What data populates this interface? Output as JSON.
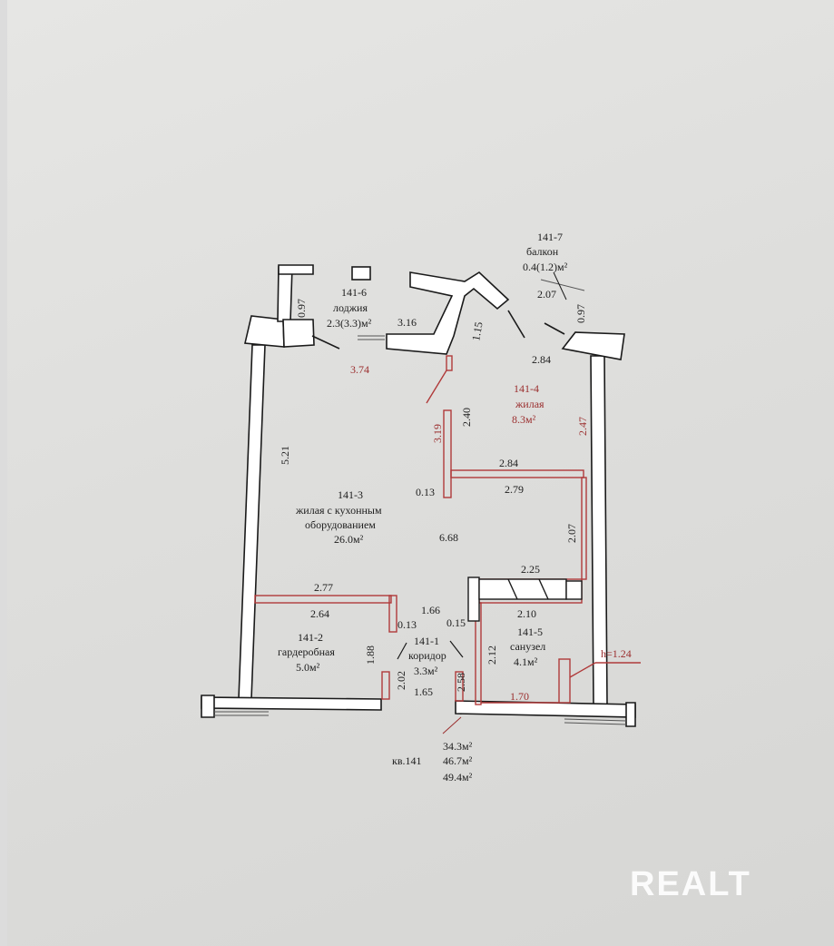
{
  "apartment": {
    "label": "кв.141",
    "areas": [
      "34.3м²",
      "46.7м²",
      "49.4м²"
    ]
  },
  "rooms": {
    "r1": {
      "id": "141-1",
      "name": "коридор",
      "area": "3.3м²"
    },
    "r2": {
      "id": "141-2",
      "name": "гардеробная",
      "area": "5.0м²"
    },
    "r3": {
      "id": "141-3",
      "name1": "жилая с кухонным",
      "name2": "оборудованием",
      "area": "26.0м²"
    },
    "r4": {
      "id": "141-4",
      "name": "жилая",
      "area": "8.3м²"
    },
    "r5": {
      "id": "141-5",
      "name": "санузел",
      "area": "4.1м²"
    },
    "r6": {
      "id": "141-6",
      "name": "лоджия",
      "area": "2.3(3.3)м²"
    },
    "r7": {
      "id": "141-7",
      "name": "балкон",
      "area": "0.4(1.2)м²"
    }
  },
  "dims": {
    "d0_97_left": "0.97",
    "d3_16": "3.16",
    "d1_15": "1.15",
    "d2_07_top": "2.07",
    "d0_97_right": "0.97",
    "d3_74": "3.74",
    "d2_84_top": "2.84",
    "d5_21": "5.21",
    "d2_40": "2.40",
    "d3_19": "3.19",
    "d2_47": "2.47",
    "d2_84_mid": "2.84",
    "d0_13_mid": "0.13",
    "d2_79": "2.79",
    "d2_07_right": "2.07",
    "d6_68": "6.68",
    "d2_25": "2.25",
    "d2_77": "2.77",
    "d2_64": "2.64",
    "d1_66": "1.66",
    "d2_10": "2.10",
    "d0_13_low": "0.13",
    "d0_15": "0.15",
    "d1_88": "1.88",
    "d2_12": "2.12",
    "d2_02": "2.02",
    "d2_58": "2.58",
    "d1_65": "1.65",
    "d1_70": "1.70",
    "h": "h=1.24"
  },
  "watermark": "REALT",
  "colors": {
    "wall": "#1a1a1a",
    "wall_fill": "#ffffff",
    "partition": "#b03a3a",
    "dim_red": "#9b2e2e"
  }
}
